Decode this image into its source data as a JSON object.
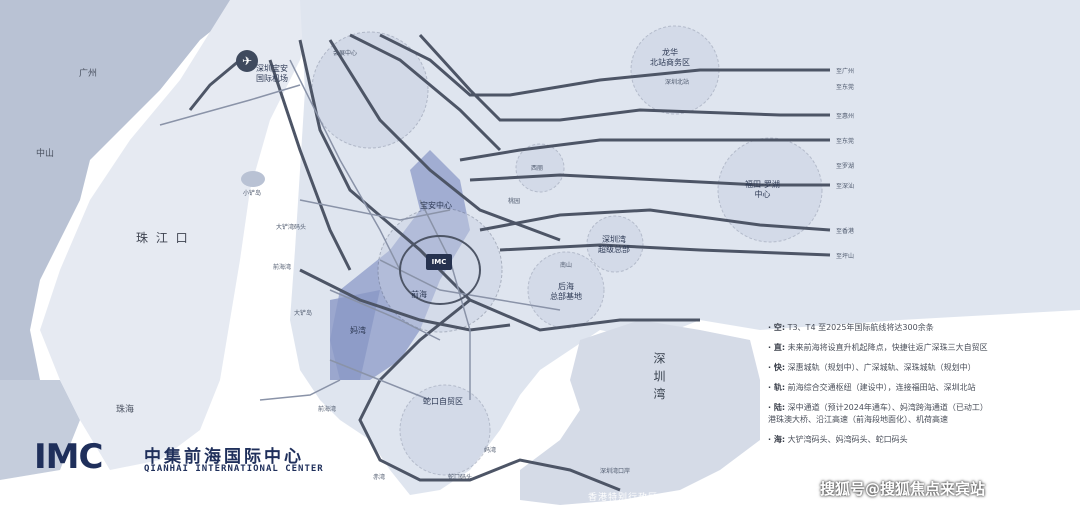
{
  "regions": {
    "guangzhou": "广州",
    "zhongshan": "中山",
    "zhuhai": "珠海",
    "pearl_river_estuary": "珠 江 口",
    "shenzhen_bay": "深 圳 湾",
    "hk_sar": "香港特别行政区",
    "xiaohu_island": "小铲岛",
    "dachan_island": "大铲岛",
    "qianhai_bay": "前海湾"
  },
  "zones": {
    "bao_an_airport": "深圳宝安\n国际机场",
    "conference_center": "会展中心",
    "longhua": "龙华\n北站商务区",
    "shenzhen_north": "深圳北站",
    "fute_luohu": "福田-罗湖\n中心",
    "houhai": "后海\n总部基地",
    "shekou": "蛇口自贸区",
    "baoan_center": "宝安中心",
    "qianhai": "前海",
    "nanshan": "南山",
    "xili": "西丽",
    "techpark": "深圳湾\n超级总部",
    "taoyuan": "桃园",
    "mawan": "妈湾",
    "imc_marker": "IMC"
  },
  "ports": {
    "dachan_wharf": "大铲湾码头",
    "shekou_wharf": "蛇口码头",
    "shenzhen_bay_port": "深圳湾口岸",
    "qianhai_port": "前海湾",
    "chiwan": "赤湾",
    "mawan_port": "妈湾"
  },
  "road_ends": {
    "r1": "至广州",
    "r2": "至惠州",
    "r3": "至东莞",
    "r4": "至深汕",
    "r5": "至香港",
    "r6": "至坪山",
    "r7": "至东莞",
    "r8": "至罗湖"
  },
  "brand": {
    "mark": "IMC",
    "cn_name": "中集前海国际中心",
    "en_name": "QIANHAI INTERNATIONAL CENTER"
  },
  "legend": [
    {
      "key": "· 空:",
      "text": "T3、T4 至2025年国际航线将达300余条"
    },
    {
      "key": "· 直:",
      "text": "未来前海将设直升机起降点，快捷往返广深珠三大自贸区"
    },
    {
      "key": "· 快:",
      "text": "深惠城轨（规划中）、广深城轨、深珠城轨（规划中）"
    },
    {
      "key": "· 轨:",
      "text": "前海综合交通枢纽（建设中），连接福田站、深圳北站"
    },
    {
      "key": "· 陆:",
      "text": "深中通道（预计2024年通车）、妈湾跨海通道（已动工）\n港珠澳大桥、沿江高速（前海段地面化）、机荷高速"
    },
    {
      "key": "· 海:",
      "text": "大铲湾码头、妈湾码头、蛇口码头"
    }
  ],
  "watermark": "搜狐号@搜狐焦点来宾站",
  "colors": {
    "sea": "#e4e8f0",
    "land": "#b6c0d3",
    "qianhai_zone": "#8e9bc8",
    "road_dark": "#4d5566",
    "road_light": "#8a93a8",
    "brand": "#1f2f5b"
  }
}
